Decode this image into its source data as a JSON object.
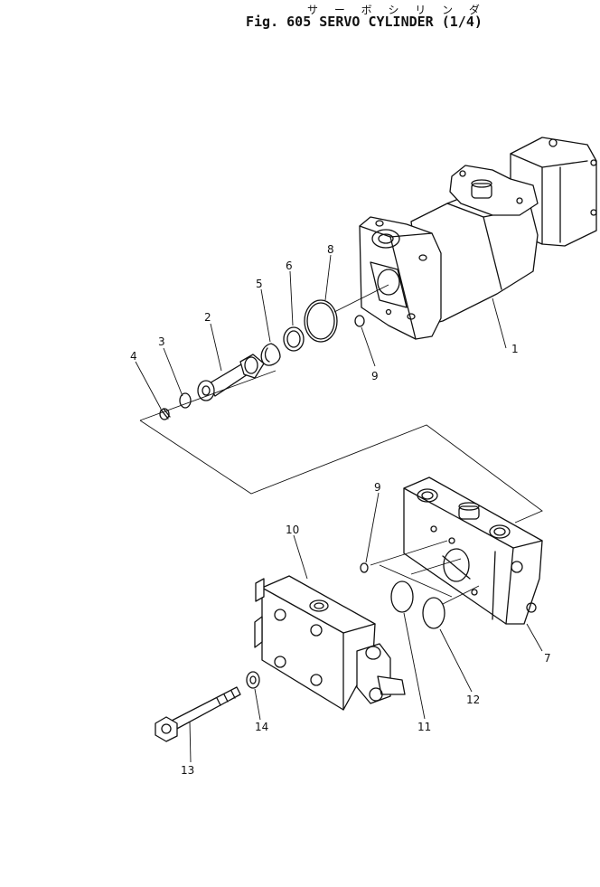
{
  "header": {
    "japanese_title": "サ ー ボ シ リ ン ダ",
    "figure_title": "Fig. 605  SERVO  CYLINDER  (1/4)"
  },
  "callouts": [
    {
      "id": "c1",
      "label": "1"
    },
    {
      "id": "c2",
      "label": "2"
    },
    {
      "id": "c3",
      "label": "3"
    },
    {
      "id": "c4",
      "label": "4"
    },
    {
      "id": "c5",
      "label": "5"
    },
    {
      "id": "c6",
      "label": "6"
    },
    {
      "id": "c7",
      "label": "7"
    },
    {
      "id": "c8",
      "label": "8"
    },
    {
      "id": "c9a",
      "label": "9"
    },
    {
      "id": "c9b",
      "label": "9"
    },
    {
      "id": "c10",
      "label": "10"
    },
    {
      "id": "c11",
      "label": "11"
    },
    {
      "id": "c12",
      "label": "12"
    },
    {
      "id": "c13",
      "label": "13"
    },
    {
      "id": "c14",
      "label": "14"
    }
  ]
}
